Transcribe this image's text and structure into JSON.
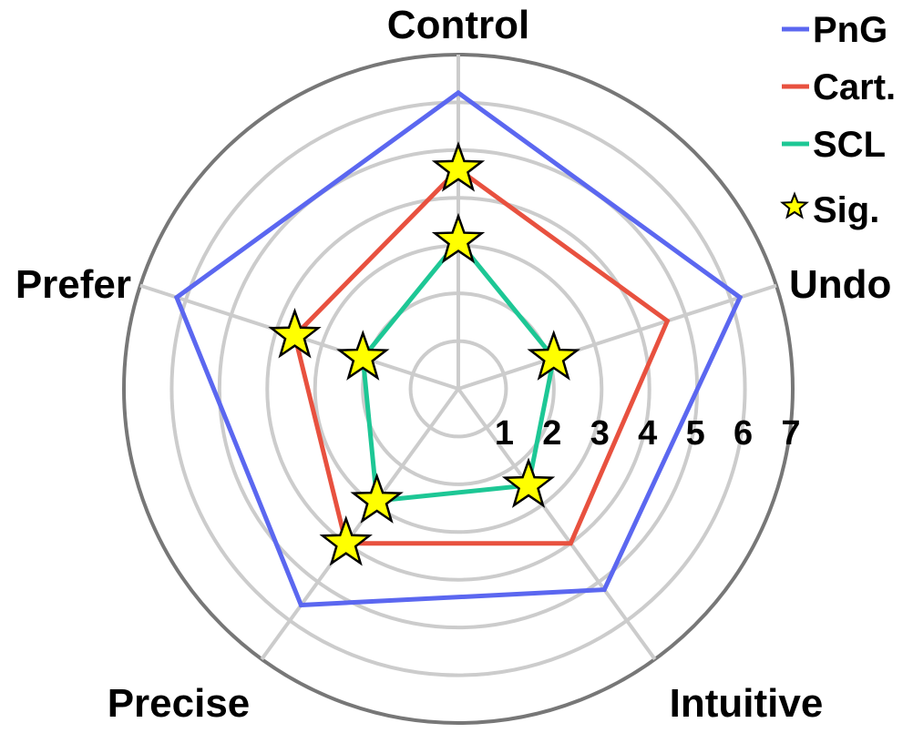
{
  "chart_data": {
    "type": "radar",
    "axes": [
      "Control",
      "Undo",
      "Intuitive",
      "Precise",
      "Prefer"
    ],
    "range": [
      0,
      7
    ],
    "ticks": [
      1,
      2,
      3,
      4,
      5,
      6,
      7
    ],
    "grid": true,
    "legend_position": "top-right",
    "series": [
      {
        "name": "PnG",
        "color": "#5b67f0",
        "values": [
          6.2,
          6.2,
          5.2,
          5.6,
          6.2
        ],
        "significant": [
          false,
          false,
          false,
          false,
          false
        ]
      },
      {
        "name": "Cart.",
        "color": "#e8513f",
        "values": [
          4.6,
          4.6,
          4.0,
          4.0,
          3.6
        ],
        "significant": [
          true,
          false,
          false,
          true,
          true
        ]
      },
      {
        "name": "SCL",
        "color": "#1dc795",
        "values": [
          3.1,
          2.1,
          2.5,
          2.9,
          2.1
        ],
        "significant": [
          true,
          true,
          true,
          true,
          true
        ]
      }
    ],
    "legend": [
      {
        "label": "PnG",
        "symbol": "line",
        "color": "#5b67f0"
      },
      {
        "label": "Cart.",
        "symbol": "line",
        "color": "#e8513f"
      },
      {
        "label": "SCL",
        "symbol": "line",
        "color": "#1dc795"
      },
      {
        "label": "Sig.",
        "symbol": "star",
        "color": "#ffff00"
      }
    ],
    "colors": {
      "grid": "#cccccc",
      "outer_ring": "#777777",
      "star_fill": "#ffff00",
      "star_stroke": "#000000"
    }
  }
}
